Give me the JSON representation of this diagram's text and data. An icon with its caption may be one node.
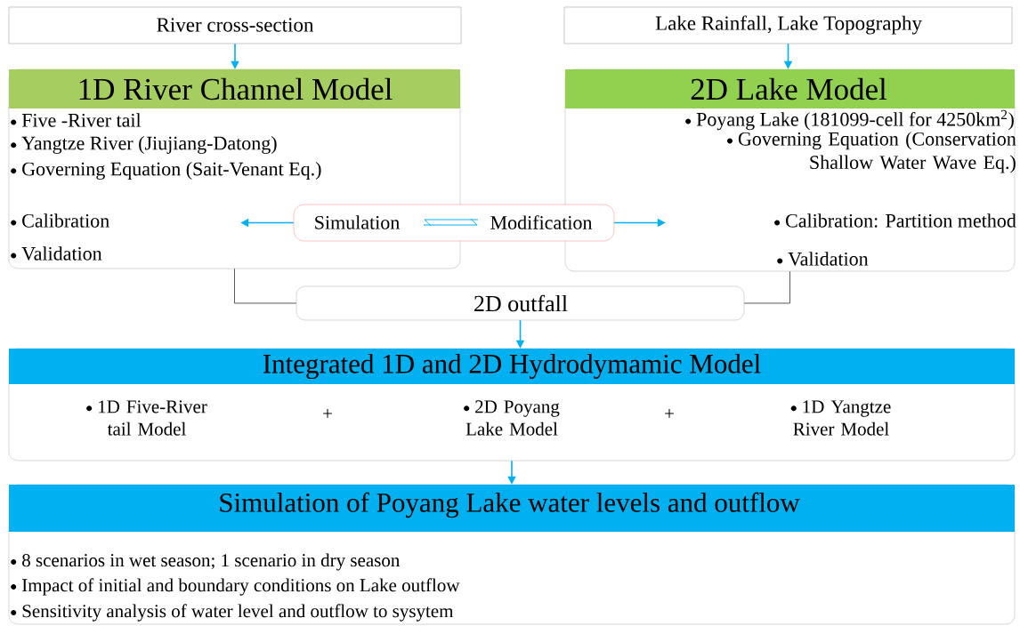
{
  "diagram": {
    "nodes": [
      {
        "text": [
          "River cross-section"
        ]
      },
      {
        "text": [
          "Lake Rainfall, Lake Topography"
        ]
      },
      {
        "text": [
          "1D River Channel Model",
          "Five -River tail",
          "Yangtze River (Jiujiang-Datong)",
          "Governing Equation (Sait-Venant Eq.)",
          "Calibration",
          "Validation"
        ]
      },
      {
        "text": [
          "2D Lake Model",
          "Poyang Lake (181099-cell for 4250km$^{2}$)",
          "Governing Equation (Conservation Shallow Water Wave Eq.)",
          "Calibration: Partition method",
          "Validation"
        ]
      },
      {
        "text": [
          "Simulation",
          "Modification"
        ]
      },
      {
        "text": [
          "2D outfall"
        ]
      },
      {
        "text": [
          "Integrated 1D and 2D Hydrodymamic Model",
          "1D Five-River tail Model",
          "+",
          "2D Poyang Lake Model",
          "+",
          "1D Yangtze River Model"
        ]
      },
      {
        "text": [
          "Simulation of Poyang Lake water levels and outflow",
          "8 scenarios in wet season; 1 scenario in dry season",
          "Impact of initial and boundary conditions on Lake outflow",
          "Sensitivity analysis of water level and outflow to sysytem"
        ]
      }
    ],
    "edges": [
      {
        "from": 0,
        "to": 2,
        "arrow": "to"
      },
      {
        "from": 1,
        "to": 3,
        "arrow": "to"
      },
      {
        "from": 4,
        "to": 2,
        "arrow": "to"
      },
      {
        "from": 4,
        "to": 3,
        "arrow": "to"
      },
      {
        "from": 2,
        "to": 5,
        "arrow": "none",
        "color": "#595959"
      },
      {
        "from": 3,
        "to": 5,
        "arrow": "none",
        "color": "#595959"
      },
      {
        "from": 5,
        "to": 6,
        "arrow": "to"
      },
      {
        "from": 6,
        "to": 7,
        "arrow": "to"
      }
    ]
  }
}
